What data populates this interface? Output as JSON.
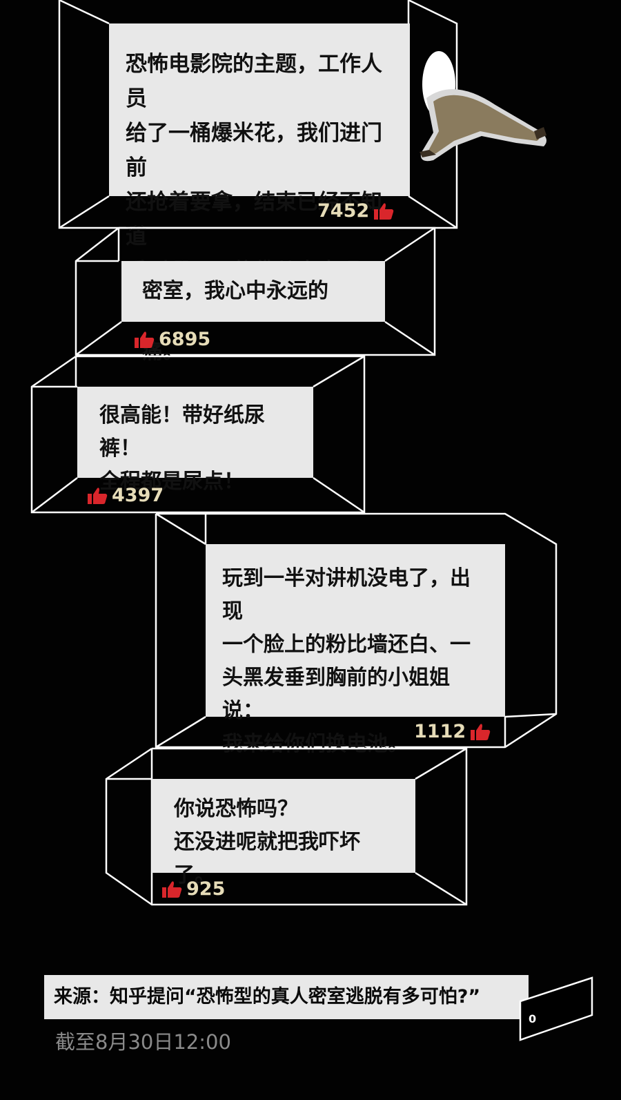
{
  "comments": [
    {
      "text": "恐怖电影院的主题，工作人员\n给了一桶爆米花，我们进门前\n还抢着要拿，结束已经不知道\n丢到哪了，仿佛从未出现过。",
      "likes": "7452"
    },
    {
      "text": "密室，我心中永远的痛。",
      "likes": "6895"
    },
    {
      "text": "很高能！带好纸尿裤！\n全程都是尿点！",
      "likes": "4397"
    },
    {
      "text": "玩到一半对讲机没电了，出现\n一个脸上的粉比墙还白、一\n头黑发垂到胸前的小姐姐说：\n我来给你们换电池。",
      "likes": "1112"
    },
    {
      "text": "你说恐怖吗？\n还没进呢就把我吓坏了。",
      "likes": "925"
    }
  ],
  "source": {
    "label": "来源：知乎提问“恐怖型的真人密室逃脱有多可怕?”",
    "zero": "0"
  },
  "deadline": "截至8月30日12:00",
  "icons": {
    "like": "thumbs-up-icon"
  },
  "colors": {
    "background": "#020202",
    "panel": "#e8e8e8",
    "like_red": "#d9262b",
    "like_count": "#e6dcb8"
  }
}
